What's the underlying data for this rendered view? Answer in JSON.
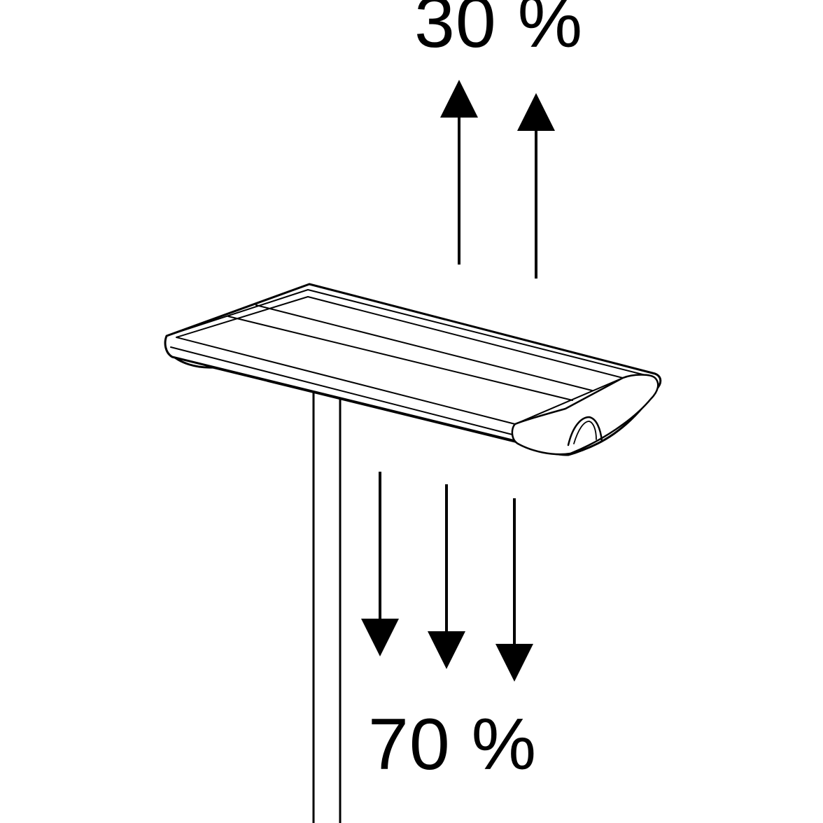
{
  "diagram": {
    "uplight": {
      "label": "30 %",
      "arrow_count": 2,
      "direction": "up"
    },
    "downlight": {
      "label": "70 %",
      "arrow_count": 3,
      "direction": "down"
    },
    "colors": {
      "line": "#000000",
      "background": "#ffffff",
      "luminaire_fill": "#ffffff"
    }
  }
}
